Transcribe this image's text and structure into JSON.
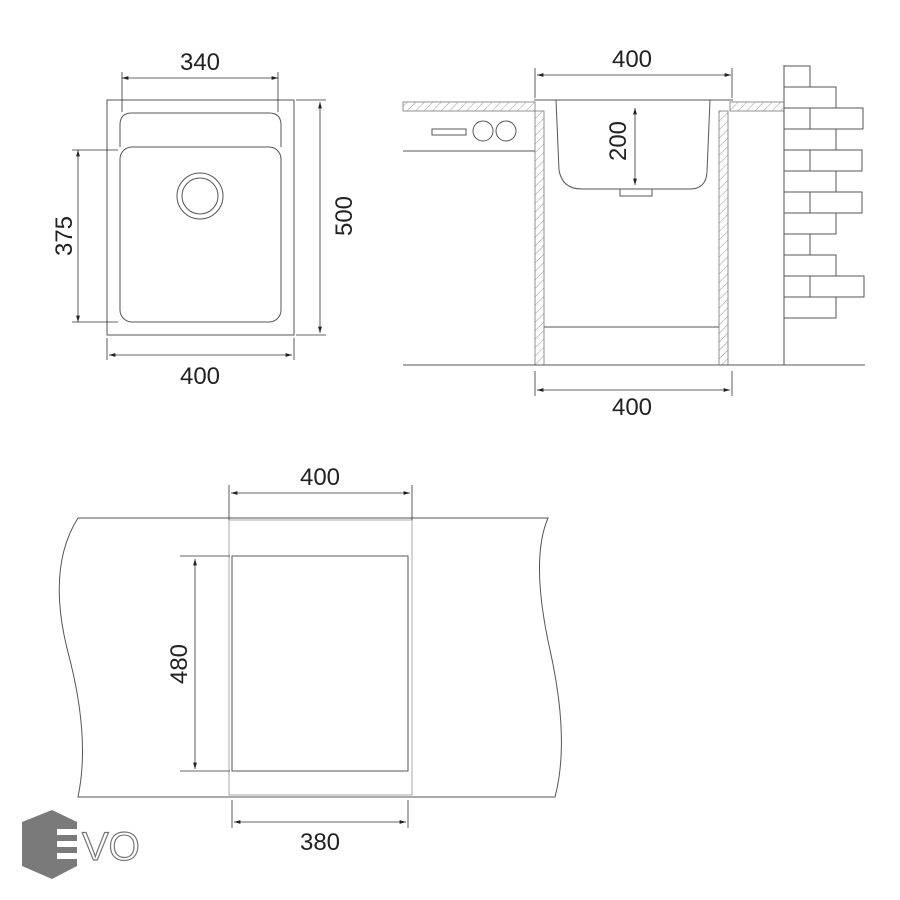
{
  "top_view": {
    "width_inner": "340",
    "length_inner": "375",
    "length_outer": "500",
    "width_outer": "400"
  },
  "side_view": {
    "width_top": "400",
    "depth": "200",
    "cabinet_width": "400"
  },
  "cutout_view": {
    "width_outer": "400",
    "length_cutout": "480",
    "width_cutout": "380"
  },
  "logo": {
    "text": "EVO",
    "color": "#7a7a7a"
  }
}
